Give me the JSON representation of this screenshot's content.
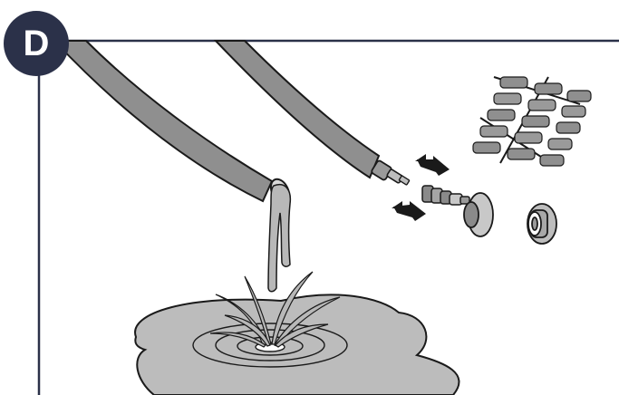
{
  "panel": {
    "step_letter": "D",
    "frame_color": "#2b3149",
    "badge_color": "#2b3149",
    "hose_color": "#8f8f8f",
    "water_color": "#b8b8b8",
    "puddle_color": "#bcbcbc",
    "line_color": "#1a1a1a"
  },
  "illustration": {
    "left_hose": "hose-draining-water",
    "right_hose": "hose-with-connector",
    "arrows": [
      "push-arrow",
      "push-arrow"
    ],
    "parts": [
      "connector-nipple",
      "end-cap",
      "sleeve-cap",
      "dripper-grid"
    ],
    "ground": "water-puddle-with-splash"
  }
}
